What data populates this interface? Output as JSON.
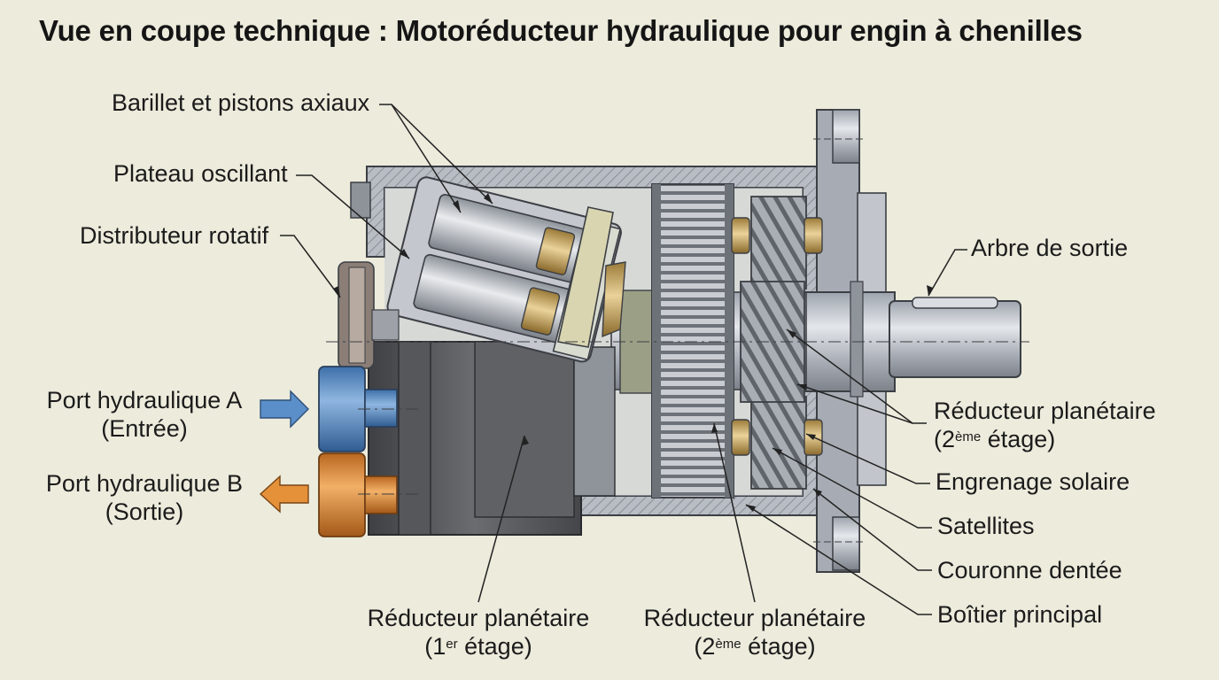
{
  "title": "Vue en coupe technique : Motoréducteur hydraulique pour engin à chenilles",
  "labels": {
    "barillet": "Barillet et pistons axiaux",
    "plateau": "Plateau oscillant",
    "distributeur": "Distributeur rotatif",
    "port_a": {
      "line1": "Port hydraulique A",
      "line2": "(Entrée)"
    },
    "port_b": {
      "line1": "Port hydraulique B",
      "line2": "(Sortie)"
    },
    "arbre": "Arbre de sortie",
    "reducteur_2_right": {
      "line1": "Réducteur planétaire",
      "line2_pre": "(2",
      "line2_sup": "ème",
      "line2_post": " étage)"
    },
    "engrenage": "Engrenage solaire",
    "satellites": "Satellites",
    "couronne": "Couronne dentée",
    "boitier": "Boîtier principal",
    "reducteur_1": {
      "line1": "Réducteur planétaire",
      "line2_pre": "(1",
      "line2_sup": "er",
      "line2_post": " étage)"
    },
    "reducteur_2_bottom": {
      "line1": "Réducteur planétaire",
      "line2_pre": "(2",
      "line2_sup": "ème",
      "line2_post": " étage)"
    }
  },
  "colors": {
    "background": "#ecebdc",
    "housing": "#b9bdc4",
    "port_a": "#5b8fc9",
    "port_b": "#e4913a",
    "brass": "#c9a45a"
  }
}
